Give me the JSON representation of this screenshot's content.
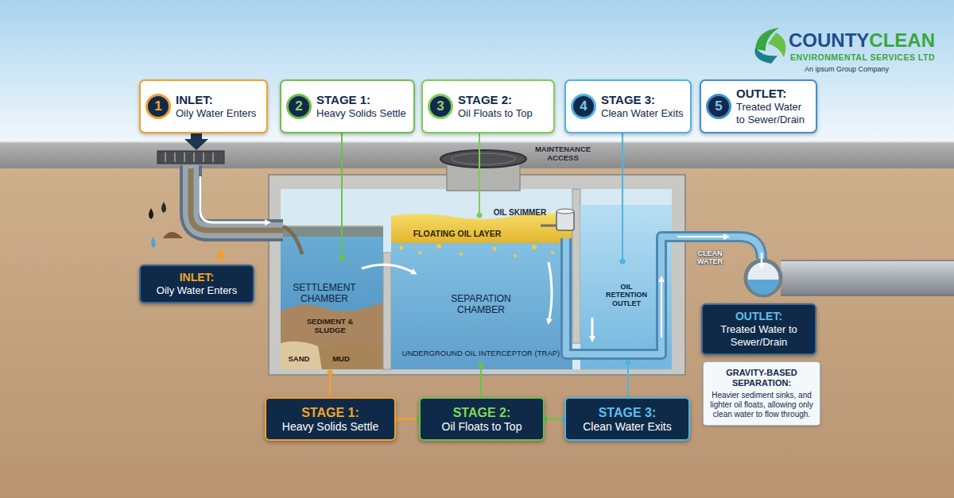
{
  "diagram": {
    "nodes": [
      {
        "text": [
          "INLET:",
          "Oily Water Enters"
        ]
      },
      {
        "text": [
          "1"
        ],
        "in": 0
      },
      {
        "text": [
          "STAGE 1:",
          "Heavy Solids Settle"
        ]
      },
      {
        "text": [
          "2"
        ],
        "in": 2
      },
      {
        "text": [
          "STAGE 2:",
          "Oil Floats to Top"
        ]
      },
      {
        "text": [
          "3"
        ],
        "in": 4
      },
      {
        "text": [
          "STAGE 3:",
          "Clean Water Exits"
        ]
      },
      {
        "text": [
          "4"
        ],
        "in": 6
      },
      {
        "text": [
          "OUTLET:",
          "Treated Water to Sewer/Drain"
        ]
      },
      {
        "text": [
          "5"
        ],
        "in": 8
      },
      {
        "text": [
          "INLET:",
          "Oily Water Enters"
        ]
      },
      {
        "text": [
          "OUTLET:",
          "Treated Water to Sewer/Drain"
        ]
      },
      {
        "text": [
          "GRAVITY-BASED SEPARATION:",
          "Heavier sediment sinks, and lighter oil floats, allowing only clean water to flow through."
        ]
      },
      {
        "text": [
          "STAGE 1:",
          "Heavy Solids Settle"
        ]
      },
      {
        "text": [
          "STAGE 2:",
          "Oil Floats to Top"
        ]
      },
      {
        "text": [
          "STAGE 3:",
          "Clean Water Exits"
        ]
      }
    ],
    "edges": [
      {
        "from": 13,
        "to": 14,
        "arrow": "none"
      },
      {
        "from": 14,
        "to": 15,
        "arrow": "none"
      }
    ],
    "labels": [
      "COUNTY",
      "CLEAN",
      "ENVIRONMENTAL SERVICES LTD",
      "An ipsum Group Company",
      "MAINTENANCE ACCESS",
      "OIL SKIMMER",
      "FLOATING OIL LAYER",
      "SETTLEMENT CHAMBER",
      "SEDIMENT & SLUDGE",
      "SAND",
      "MUD",
      "SEPARATION CHAMBER",
      "OIL RETENTION OUTLET",
      "CLEAN WATER",
      "UNDERGROUND OIL INTERCEPTOR (TRAP)"
    ]
  }
}
